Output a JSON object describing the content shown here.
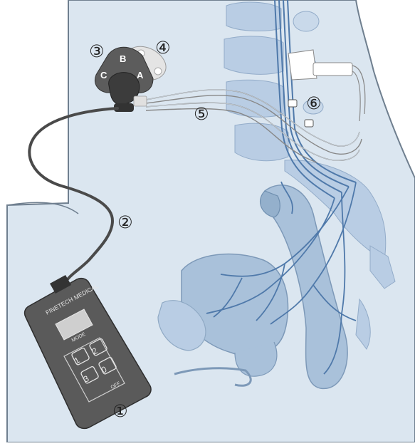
{
  "colors": {
    "body_fill": "#dbe6f0",
    "body_outline": "#6f7f8f",
    "spine": "#b9cde4",
    "nerve": "#4f79aa",
    "organ": "#a9c1da",
    "device": "#555555",
    "cable": "#4a4a4a"
  },
  "callouts": [
    {
      "id": "1",
      "label": "①"
    },
    {
      "id": "2",
      "label": "②"
    },
    {
      "id": "3",
      "label": "③"
    },
    {
      "id": "4",
      "label": "④"
    },
    {
      "id": "5",
      "label": "⑤"
    },
    {
      "id": "6",
      "label": "⑥"
    }
  ],
  "receiver": {
    "label_a": "A",
    "label_b": "B",
    "label_c": "C"
  },
  "controller": {
    "brand": "FINETECH MEDICAL",
    "mode_label": "MODE",
    "off_label": "OFF",
    "keys": [
      "1",
      "2",
      "3",
      "0"
    ]
  }
}
